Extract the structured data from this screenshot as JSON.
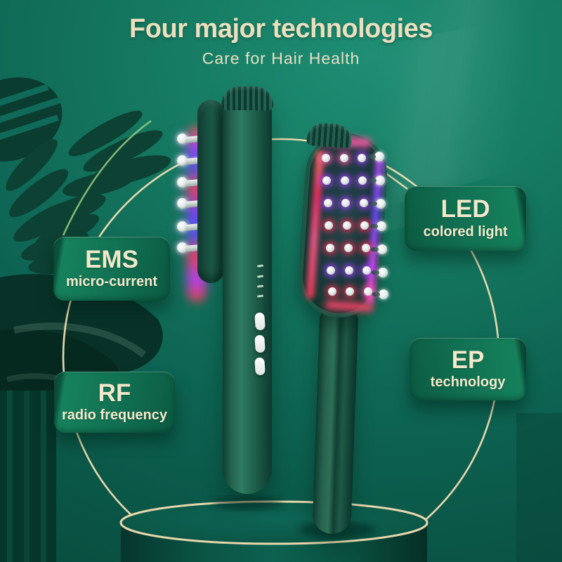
{
  "header": {
    "title": "Four major technologies",
    "subtitle": "Care for Hair Health"
  },
  "features": [
    {
      "label": "EMS",
      "sublabel": "micro-current"
    },
    {
      "label": "RF",
      "sublabel": "radio frequency"
    },
    {
      "label": "LED",
      "sublabel": "colored light"
    },
    {
      "label": "EP",
      "sublabel": "technology"
    }
  ],
  "colors": {
    "background_teal": "#11705e",
    "deep_teal": "#0a5343",
    "accent_gold": "#e8d8ac",
    "title_cream": "#ecdfbd",
    "feature_box_green": "#117052",
    "device_green": "#1d5c49",
    "glow_red": "#ff3d5e",
    "glow_purple": "#a03cff",
    "glow_blue": "#4a55ff",
    "leaf_dark_green": "#0c4134"
  },
  "scene": {
    "left_product": "hair comb side view with metal pins",
    "right_product": "hair comb front view with glowing LED pins",
    "decor": [
      "monstera leaves",
      "golden circle outline",
      "round podium with golden ring"
    ]
  }
}
